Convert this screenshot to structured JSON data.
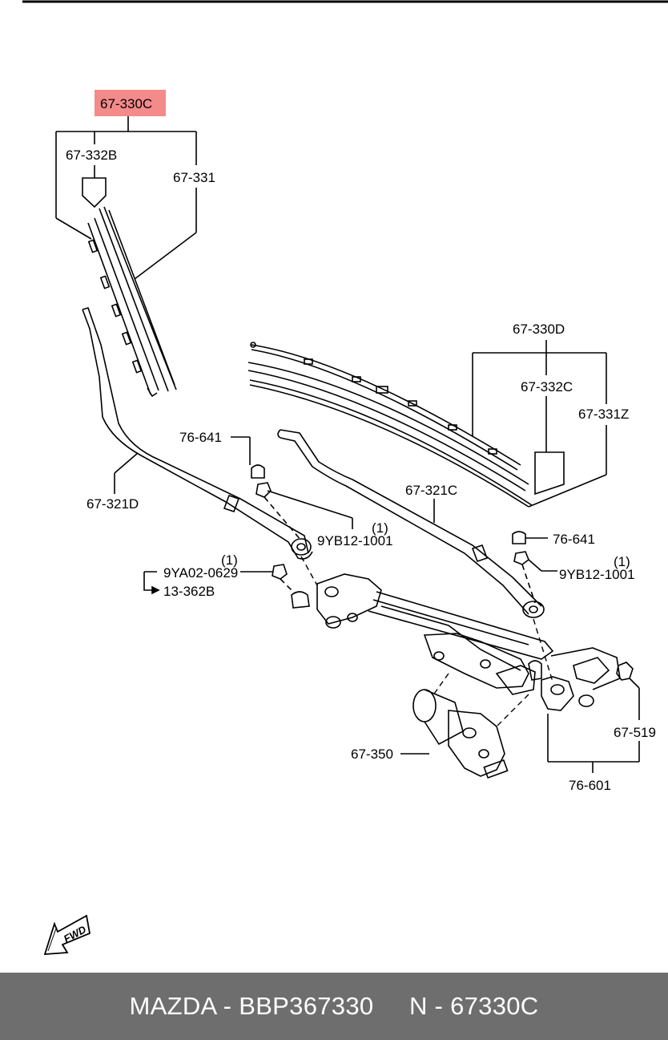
{
  "diagram": {
    "highlight_color": "#f48a8a",
    "labels": {
      "p_67_330C": "67-330C",
      "p_67_332B": "67-332B",
      "p_67_331": "67-331",
      "p_67_330D": "67-330D",
      "p_67_332C": "67-332C",
      "p_67_331Z": "67-331Z",
      "p_76_641_left": "76-641",
      "p_67_321D": "67-321D",
      "p_9YB12_left": "9YB12-1001",
      "p_qty_left": "(1)",
      "p_67_321C": "67-321C",
      "p_76_641_right": "76-641",
      "p_9YB12_right": "9YB12-1001",
      "p_qty_right": "(1)",
      "p_9YA02": "9YA02-0629",
      "p_qty_9YA02": "(1)",
      "p_13_362B": "13-362B",
      "p_67_519": "67-519",
      "p_67_350": "67-350",
      "p_76_601": "76-601"
    },
    "fwd": "FWD"
  },
  "footer": {
    "brand": "MAZDA",
    "part_number": "BBP367330",
    "catalog_label": "N",
    "catalog_number": "67330C",
    "text": "MAZDA - BBP367330     N - 67330C"
  }
}
